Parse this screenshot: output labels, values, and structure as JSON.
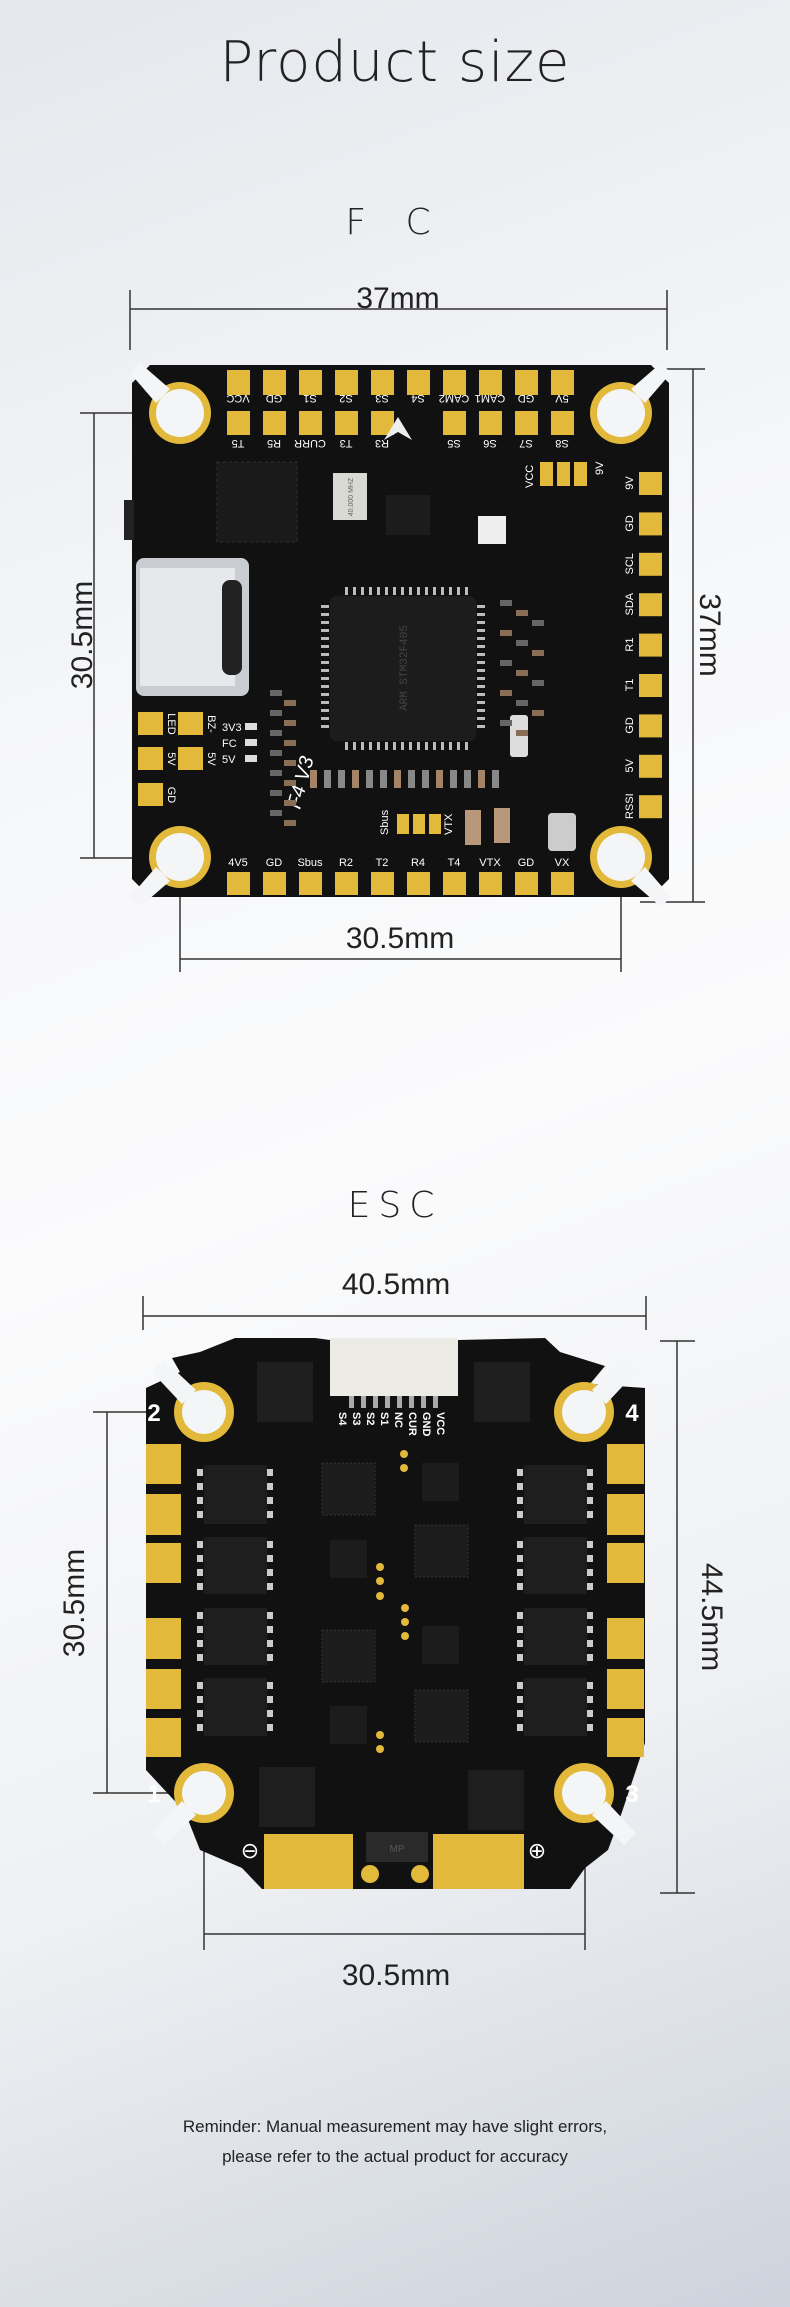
{
  "header": {
    "title": "Product size"
  },
  "fc": {
    "title": "F C",
    "dims": {
      "top": "37mm",
      "left": "30.5mm",
      "right": "37mm",
      "bottom": "30.5mm"
    },
    "top_row_outer": [
      "VCC",
      "GD",
      "S1",
      "S2",
      "S3",
      "S4",
      "CAM2",
      "CAM1",
      "GD",
      "5V"
    ],
    "top_row_inner": [
      "T5",
      "R5",
      "CURR",
      "T3",
      "R3",
      "",
      "S5",
      "S6",
      "S7",
      "S8"
    ],
    "right_col": [
      "9V",
      "GD",
      "SCL",
      "SDA",
      "R1",
      "T1",
      "GD",
      "5V",
      "RSSI"
    ],
    "bottom_row": [
      "4V5",
      "GD",
      "Sbus",
      "R2",
      "T2",
      "R4",
      "T4",
      "VTX",
      "GD",
      "VX"
    ],
    "left_pads": [
      "LED",
      "BZ-",
      "5V",
      "5V",
      "GD"
    ],
    "leds": [
      "3V3",
      "FC",
      "5V"
    ],
    "silk": {
      "model": "F4 V3",
      "sbus": "Sbus",
      "vtx": "VTX",
      "vcc": "VCC",
      "v9": "9V",
      "crystal": "40.000 MHZ",
      "mcu": "ARM STM32F405"
    }
  },
  "esc": {
    "title": "ESC",
    "dims": {
      "top": "40.5mm",
      "left": "30.5mm",
      "right": "44.5mm",
      "bottom": "30.5mm"
    },
    "connector_pins": [
      "S4",
      "S3",
      "S2",
      "S1",
      "NC",
      "CUR",
      "GND",
      "VCC"
    ],
    "hole_numbers": [
      "1",
      "2",
      "3",
      "4"
    ],
    "minus": "⊖",
    "plus": "⊕",
    "diode": "MP"
  },
  "reminder": {
    "line1": "Reminder: Manual measurement may have slight errors,",
    "line2": "please refer to the actual product for accuracy"
  },
  "colors": {
    "board": "#111111",
    "gold": "#e2b93b",
    "text": "#222222"
  }
}
